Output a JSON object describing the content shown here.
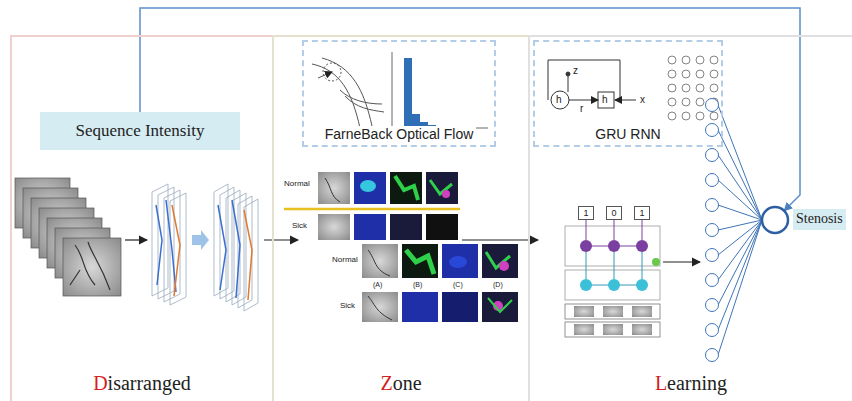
{
  "diagram": {
    "nodes": [
      {
        "text": [
          "Disarranged"
        ]
      },
      {
        "text": [
          "Sequence Intensity"
        ],
        "in": 0
      },
      {
        "text": [
          "Zone"
        ]
      },
      {
        "text": [
          "FarneBack Optical Flow"
        ],
        "in": 2
      },
      {
        "text": [
          "Learning"
        ]
      },
      {
        "text": [
          "GRU RNN"
        ],
        "in": 4
      },
      {
        "text": [
          "Stenosis"
        ]
      }
    ],
    "edges": [
      {
        "from": 1,
        "to": 6,
        "arrow": "to"
      }
    ],
    "labels": [
      "Normal",
      "Sick",
      "Normal",
      "(A)",
      "(B)",
      "(C)",
      "(D)",
      "Sick",
      "1",
      "0",
      "1",
      "z",
      "r",
      "h",
      "h",
      "x"
    ]
  }
}
